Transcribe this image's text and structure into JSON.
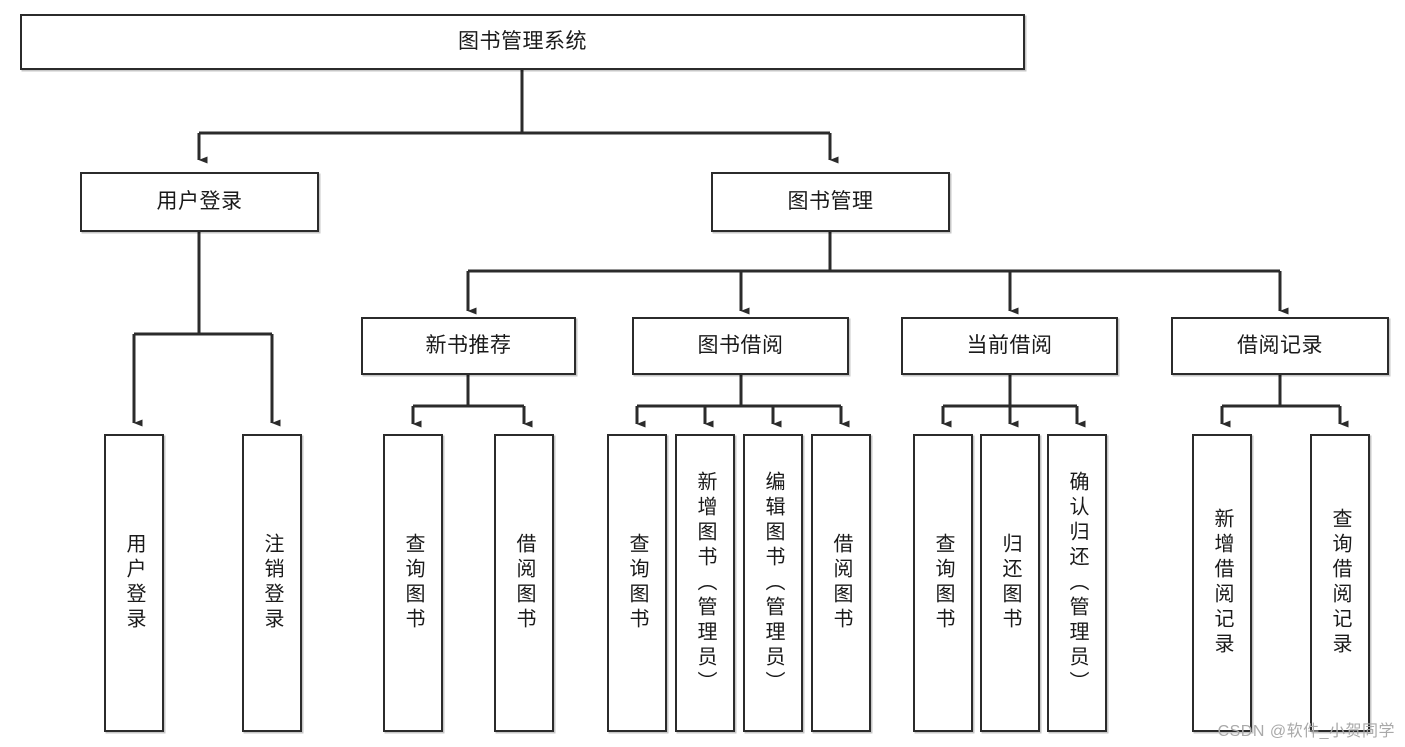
{
  "diagram": {
    "type": "tree-hierarchy",
    "title": "图书管理系统",
    "orientation": "top-down",
    "watermark": "CSDN @软件_小贺同学",
    "colors": {
      "box_border": "#2b2b2b",
      "box_fill": "#ffffff",
      "connector": "#2b2b2b",
      "text": "#1a1a1a",
      "watermark": "#a9a9a9",
      "background": "#ffffff"
    },
    "nodes": {
      "root": {
        "label": "图书管理系统"
      },
      "level2": [
        {
          "id": "user-login",
          "label": "用户登录"
        },
        {
          "id": "book-manage",
          "label": "图书管理"
        }
      ],
      "level3": [
        {
          "id": "new-book-recommend",
          "label": "新书推荐"
        },
        {
          "id": "book-borrow",
          "label": "图书借阅"
        },
        {
          "id": "current-borrow",
          "label": "当前借阅"
        },
        {
          "id": "borrow-record",
          "label": "借阅记录"
        }
      ],
      "leaves": {
        "user-login": [
          {
            "id": "leaf-user-login",
            "label": "用户登录"
          },
          {
            "id": "leaf-user-logout",
            "label": "注销登录"
          }
        ],
        "new-book-recommend": [
          {
            "id": "leaf-query-book-1",
            "label": "查询图书"
          },
          {
            "id": "leaf-borrow-book-1",
            "label": "借阅图书"
          }
        ],
        "book-borrow": [
          {
            "id": "leaf-query-book-2",
            "label": "查询图书"
          },
          {
            "id": "leaf-add-book",
            "label": "新增图书（管理员）"
          },
          {
            "id": "leaf-edit-book",
            "label": "编辑图书（管理员）"
          },
          {
            "id": "leaf-borrow-book-2",
            "label": "借阅图书"
          }
        ],
        "current-borrow": [
          {
            "id": "leaf-query-book-3",
            "label": "查询图书"
          },
          {
            "id": "leaf-return-book",
            "label": "归还图书"
          },
          {
            "id": "leaf-confirm-return",
            "label": "确认归还（管理员）"
          }
        ],
        "borrow-record": [
          {
            "id": "leaf-add-record",
            "label": "新增借阅记录"
          },
          {
            "id": "leaf-query-record",
            "label": "查询借阅记录"
          }
        ]
      }
    }
  }
}
